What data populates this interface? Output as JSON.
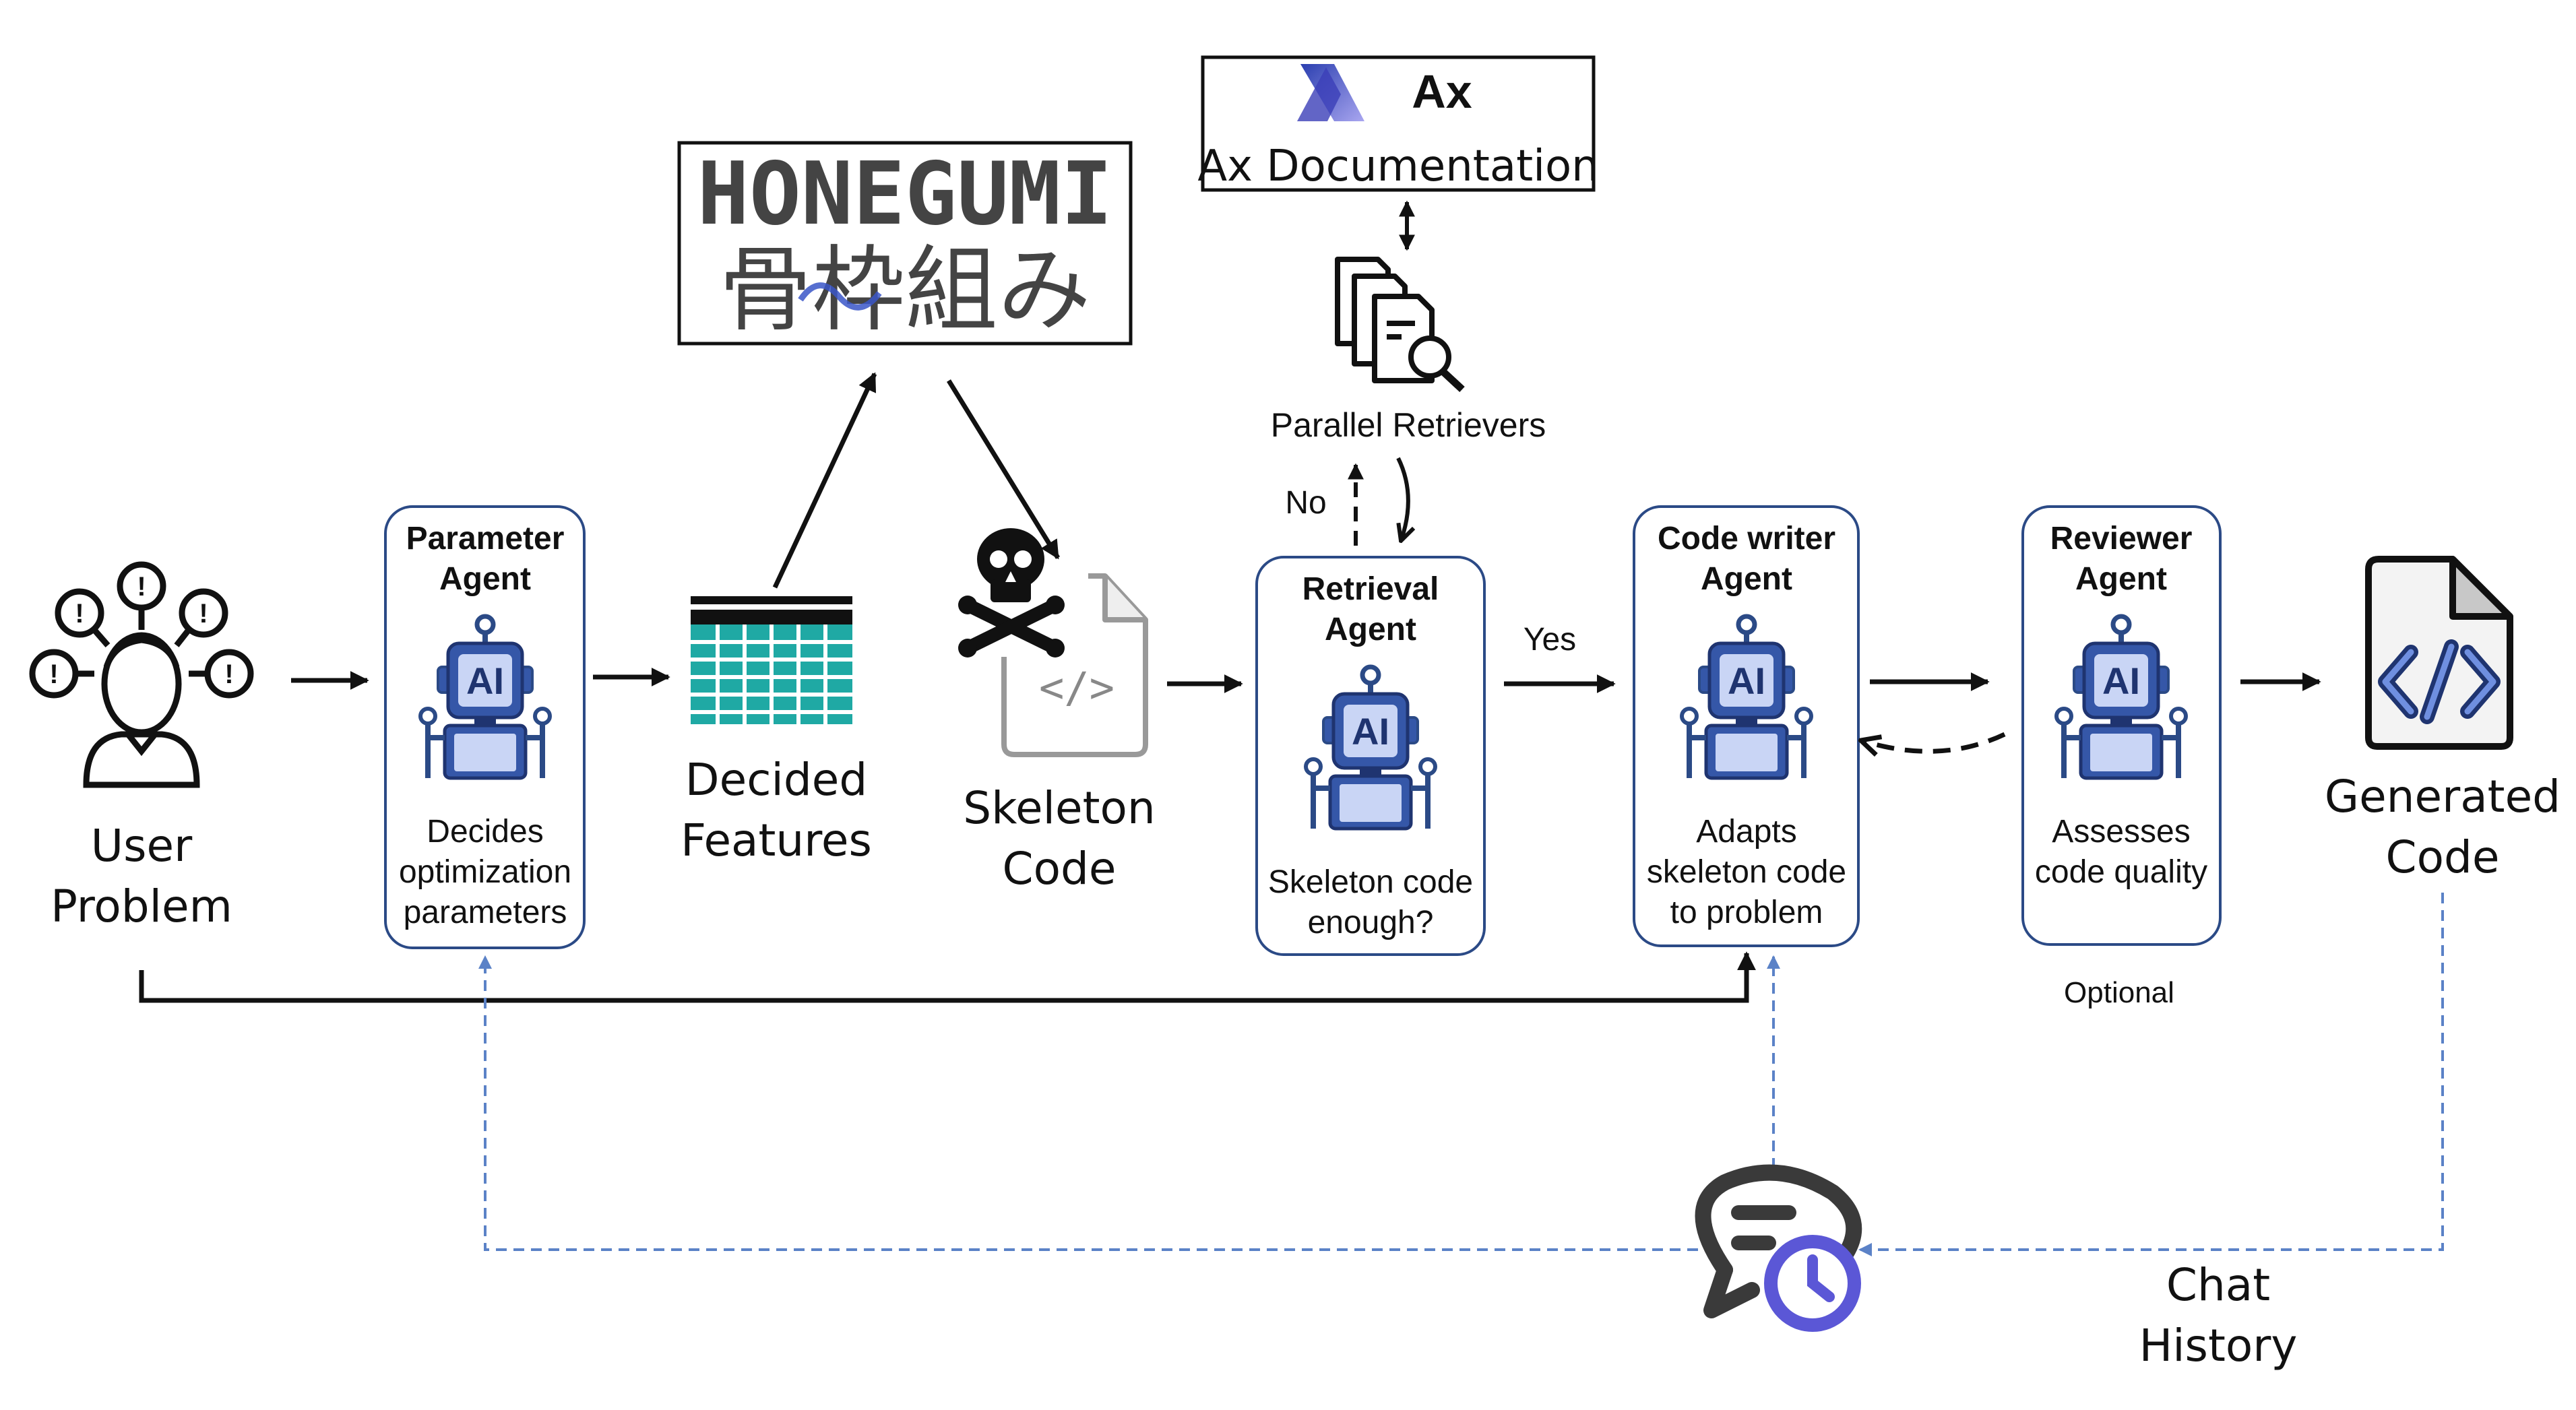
{
  "user_problem": {
    "line1": "User",
    "line2": "Problem"
  },
  "parameter_agent": {
    "title1": "Parameter",
    "title2": "Agent",
    "ai_text": "AI",
    "desc1": "Decides",
    "desc2": "optimization",
    "desc3": "parameters"
  },
  "decided_features": {
    "line1": "Decided",
    "line2": "Features"
  },
  "honegumi": {
    "title": "HONEGUMI",
    "kanji": "骨枠組み"
  },
  "skeleton_code": {
    "line1": "Skeleton",
    "line2": "Code",
    "code_glyph": "</>"
  },
  "ax_doc": {
    "logo_text": "Ax",
    "label": "Ax Documentation"
  },
  "parallel_retrievers": {
    "label": "Parallel Retrievers"
  },
  "retrieval_agent": {
    "title1": "Retrieval",
    "title2": "Agent",
    "ai_text": "AI",
    "desc1": "Skeleton code",
    "desc2": "enough?"
  },
  "decision": {
    "no": "No",
    "yes": "Yes"
  },
  "code_writer_agent": {
    "title1": "Code writer",
    "title2": "Agent",
    "ai_text": "AI",
    "desc1": "Adapts",
    "desc2": "skeleton code",
    "desc3": "to problem"
  },
  "reviewer_agent": {
    "title1": "Reviewer",
    "title2": "Agent",
    "ai_text": "AI",
    "desc1": "Assesses",
    "desc2": "code quality",
    "note": "Optional"
  },
  "generated_code": {
    "line1": "Generated",
    "line2": "Code"
  },
  "chat_history": {
    "line1": "Chat",
    "line2": "History"
  },
  "colors": {
    "agent_border": "#2b4a86",
    "robot_blue": "#3557a8",
    "robot_light": "#c9d5f5",
    "table_teal": "#1fa9a4",
    "dashed_blue": "#5b82c7",
    "chat_purple": "#5b57d6"
  }
}
